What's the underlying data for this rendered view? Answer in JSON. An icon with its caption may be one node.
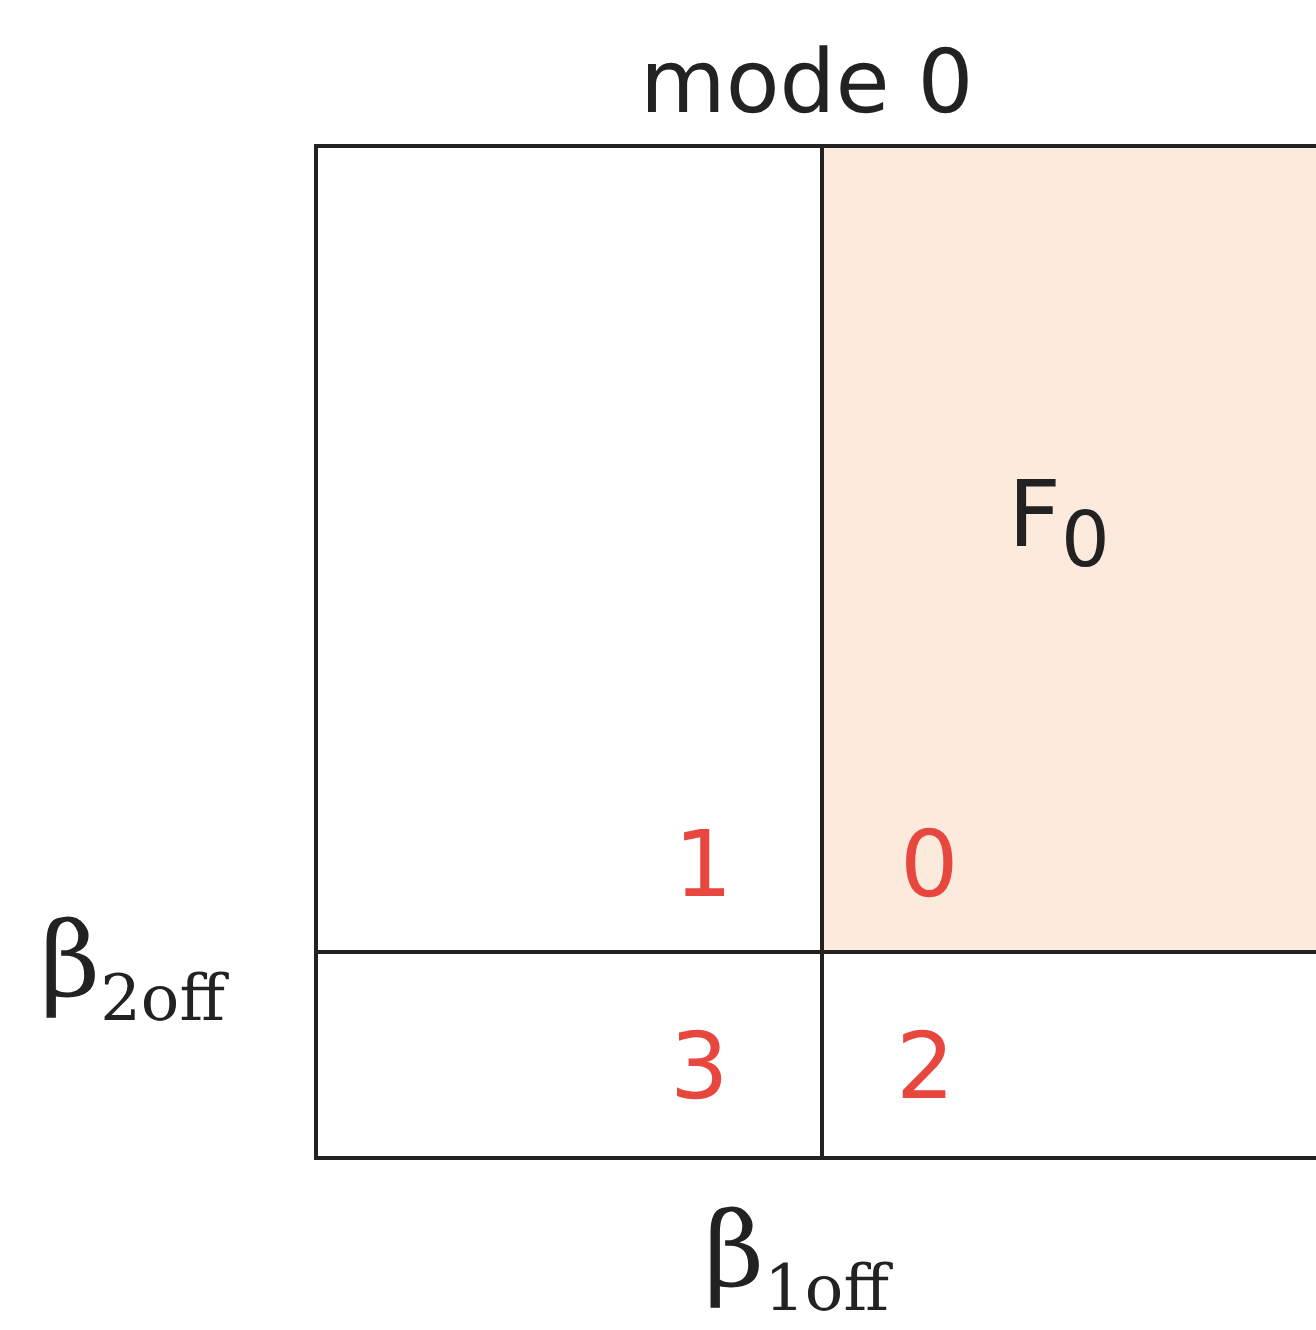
{
  "diagram": {
    "title": "mode 0",
    "nodes": [
      {
        "text": [
          "1"
        ]
      },
      {
        "text": [
          "F$_{0}$",
          "0"
        ]
      },
      {
        "text": [
          "3"
        ]
      },
      {
        "text": [
          "2"
        ]
      }
    ],
    "labels": [
      "β$_{2off}$",
      "β$_{1off}$"
    ]
  }
}
